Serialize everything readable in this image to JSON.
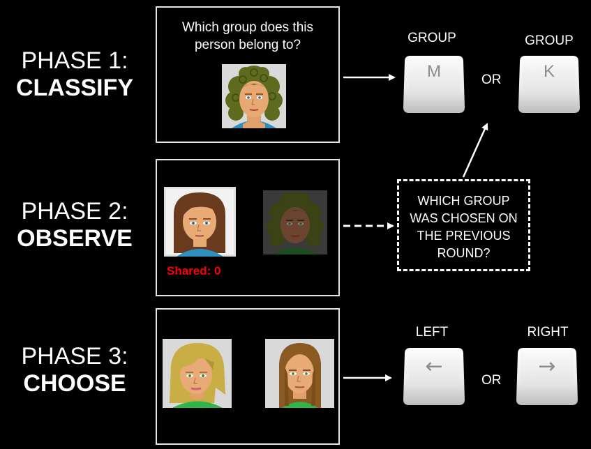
{
  "phase1": {
    "number": "PHASE 1:",
    "verb": "CLASSIFY",
    "prompt_line1": "Which group does this",
    "prompt_line2": "person belong to?",
    "key_left_caption": "GROUP",
    "key_left_letter": "M",
    "or": "OR",
    "key_right_caption": "GROUP",
    "key_right_letter": "K"
  },
  "phase2": {
    "number": "PHASE 2:",
    "verb": "OBSERVE",
    "shared": "Shared: 0",
    "question_line1": "WHICH GROUP",
    "question_line2": "WAS CHOSEN ON",
    "question_line3": "THE PREVIOUS",
    "question_line4": "ROUND?"
  },
  "phase3": {
    "number": "PHASE 3:",
    "verb": "CHOOSE",
    "key_left_caption": "LEFT",
    "key_left_symbol": "←",
    "or": "OR",
    "key_right_caption": "RIGHT",
    "key_right_symbol": "→"
  },
  "colors": {
    "background": "#000000",
    "shared_text": "#ff0000",
    "frame_border": "#e6e6e6",
    "key_face": "#f2f2f2",
    "key_letter": "#8c8c8c"
  },
  "icons": [
    "face-curly-brown-hair",
    "face-brown-bob",
    "face-blonde-hair",
    "face-long-brown-hair",
    "arrow-icon",
    "keycap"
  ]
}
